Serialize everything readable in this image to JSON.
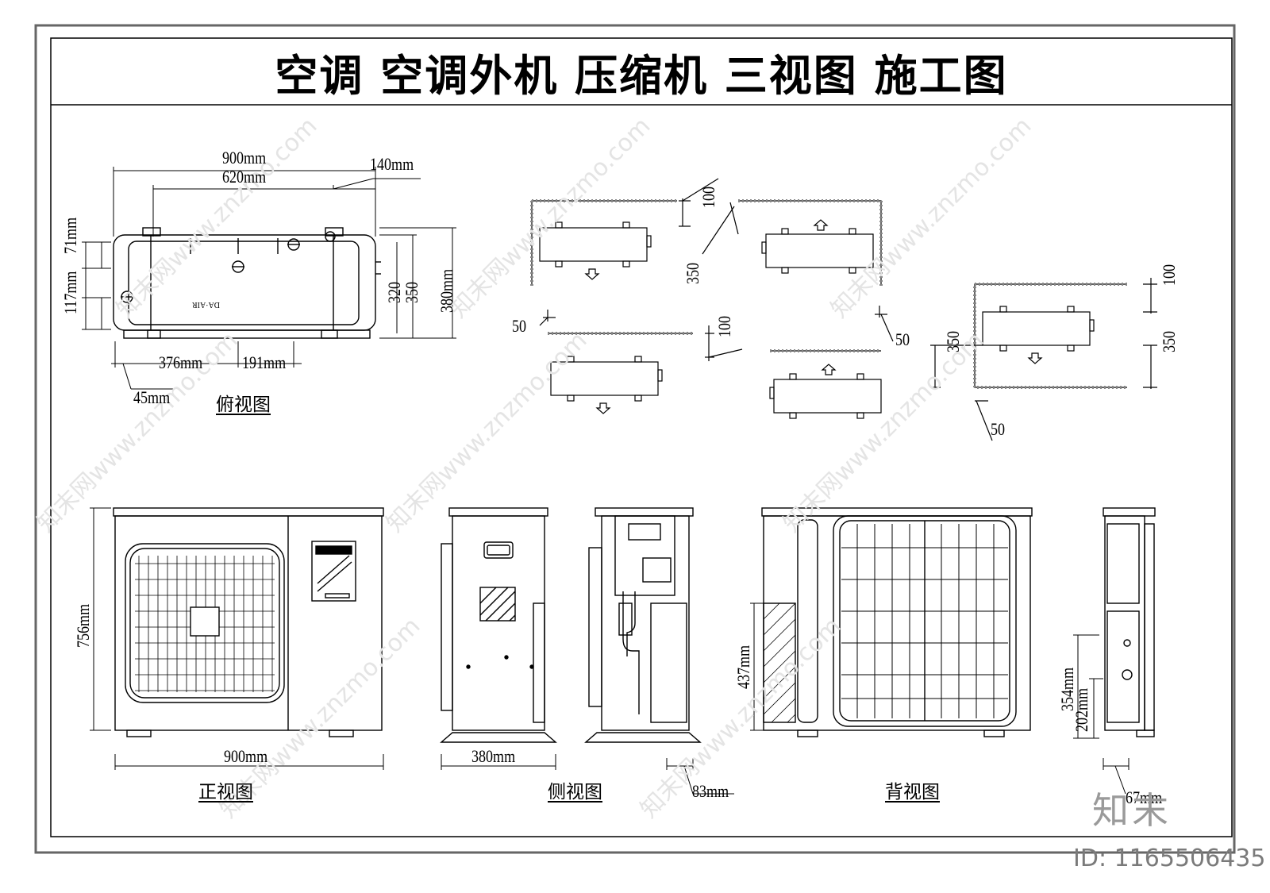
{
  "title": "空调  空调外机  压缩机  三视图  施工图",
  "top_view": {
    "label": "俯视图",
    "dims": {
      "w900": "900mm",
      "w620": "620mm",
      "w140": "140mm",
      "h71": "71mm",
      "h117": "117mm",
      "h320": "320",
      "h350": "350",
      "h380": "380mm",
      "w376": "376mm",
      "w191": "191mm",
      "w45": "45mm"
    },
    "brand": "DA·AIR"
  },
  "clearance": {
    "d100": "100",
    "d350": "350",
    "d50": "50"
  },
  "front_view": {
    "label": "正视图",
    "height": "756mm",
    "width": "900mm"
  },
  "side_view": {
    "label": "侧视图",
    "width": "380mm",
    "offset": "83mm"
  },
  "back_view": {
    "label": "背视图",
    "height": "437mm",
    "h354": "354mm",
    "h202": "202mm",
    "w67": "67mm"
  },
  "logo_text": "知末",
  "id_text": "ID: 1165506435",
  "watermark": "知末网www.znzmo.com"
}
